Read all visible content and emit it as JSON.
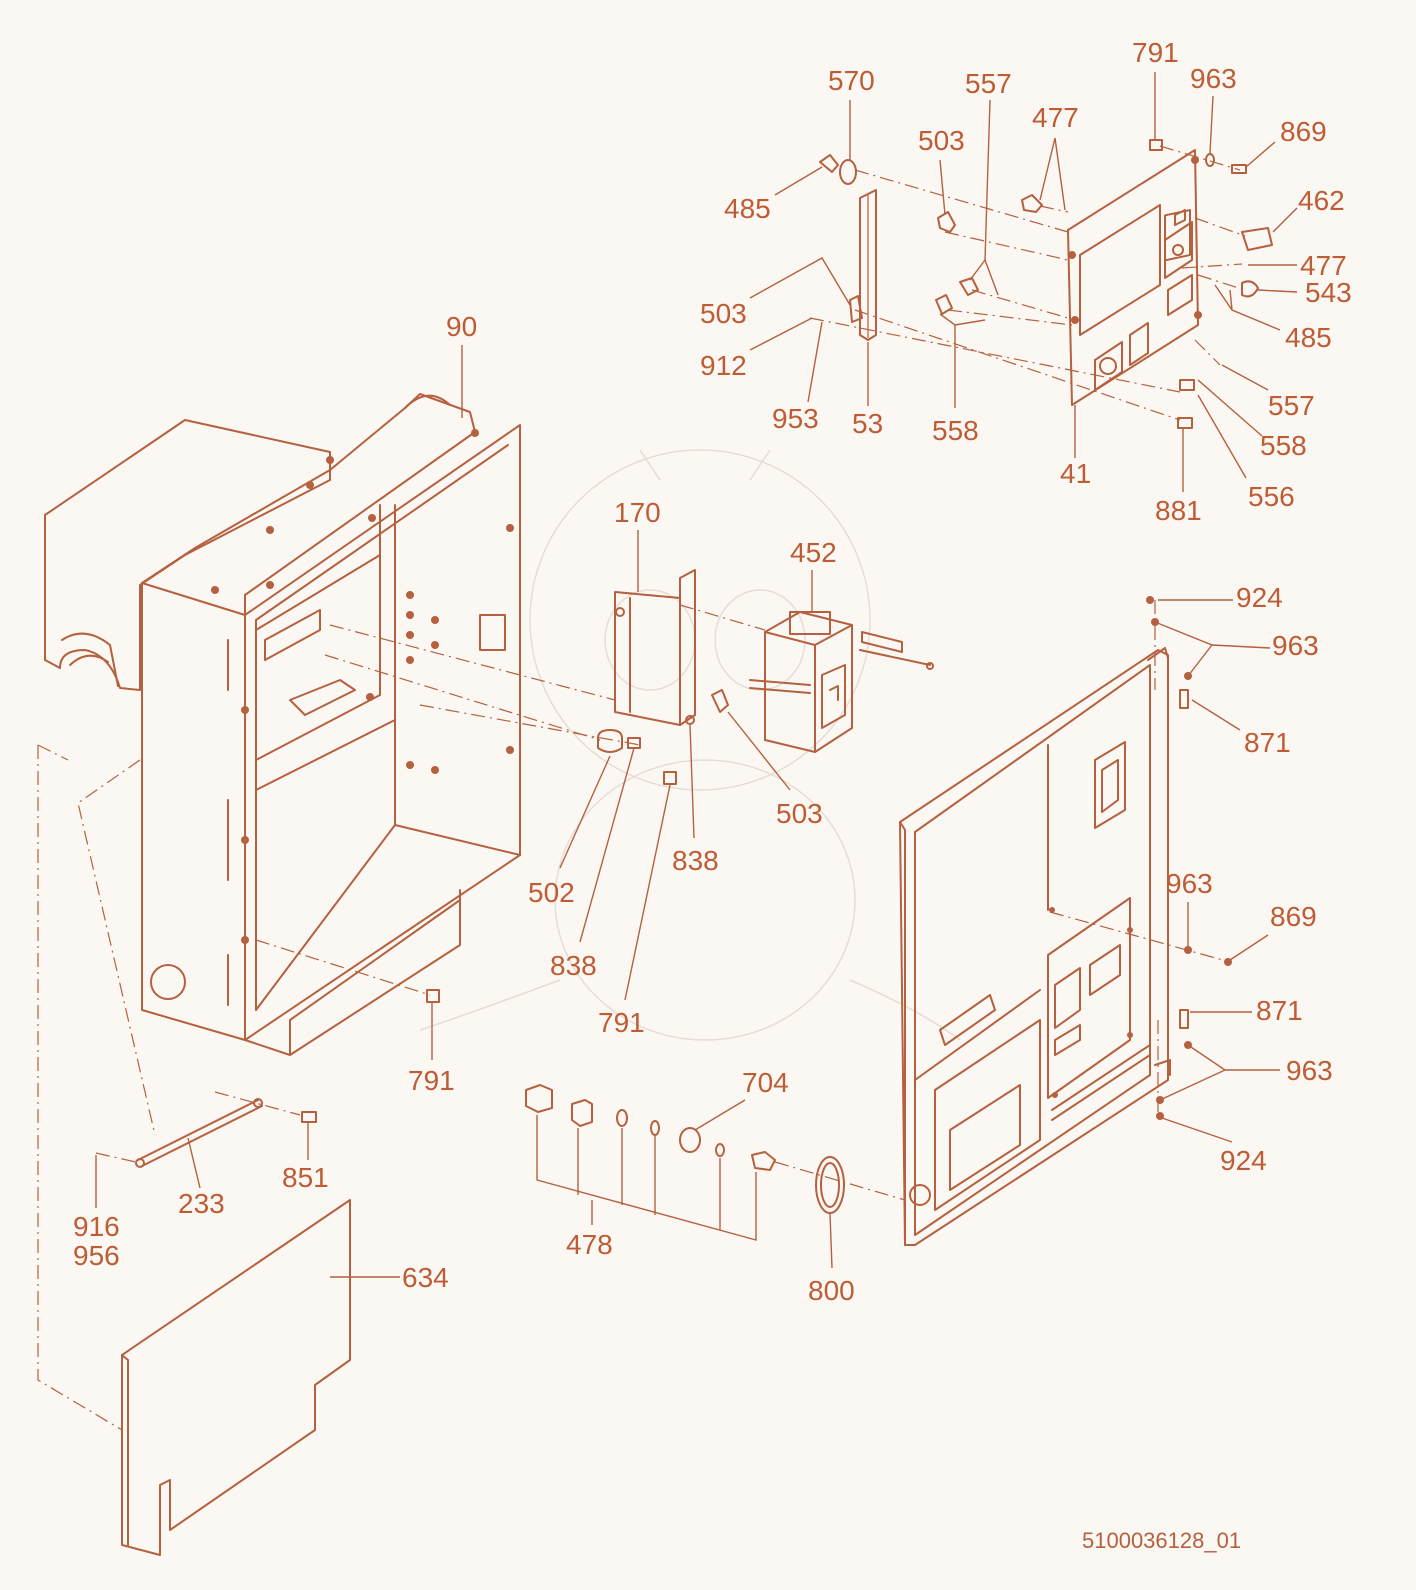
{
  "labels": [
    {
      "text": "570"
    },
    {
      "text": "503"
    },
    {
      "text": "557"
    },
    {
      "text": "477"
    },
    {
      "text": "791"
    },
    {
      "text": "963"
    },
    {
      "text": "869"
    },
    {
      "text": "485"
    },
    {
      "text": "462"
    },
    {
      "text": "477"
    },
    {
      "text": "543"
    },
    {
      "text": "485"
    },
    {
      "text": "503"
    },
    {
      "text": "912"
    },
    {
      "text": "953"
    },
    {
      "text": "53"
    },
    {
      "text": "558"
    },
    {
      "text": "41"
    },
    {
      "text": "557"
    },
    {
      "text": "558"
    },
    {
      "text": "556"
    },
    {
      "text": "881"
    },
    {
      "text": "90"
    },
    {
      "text": "170"
    },
    {
      "text": "452"
    },
    {
      "text": "924"
    },
    {
      "text": "963"
    },
    {
      "text": "871"
    },
    {
      "text": "503"
    },
    {
      "text": "838"
    },
    {
      "text": "502"
    },
    {
      "text": "838"
    },
    {
      "text": "791"
    },
    {
      "text": "963"
    },
    {
      "text": "869"
    },
    {
      "text": "871"
    },
    {
      "text": "963"
    },
    {
      "text": "791"
    },
    {
      "text": "704"
    },
    {
      "text": "924"
    },
    {
      "text": "851"
    },
    {
      "text": "233"
    },
    {
      "text": "916"
    },
    {
      "text": "956"
    },
    {
      "text": "478"
    },
    {
      "text": "800"
    },
    {
      "text": "634"
    }
  ],
  "document_id": "5100036128_01",
  "colors": {
    "line": "#b5603e",
    "label": "#bd5c35",
    "background": "#fbf8f3"
  }
}
